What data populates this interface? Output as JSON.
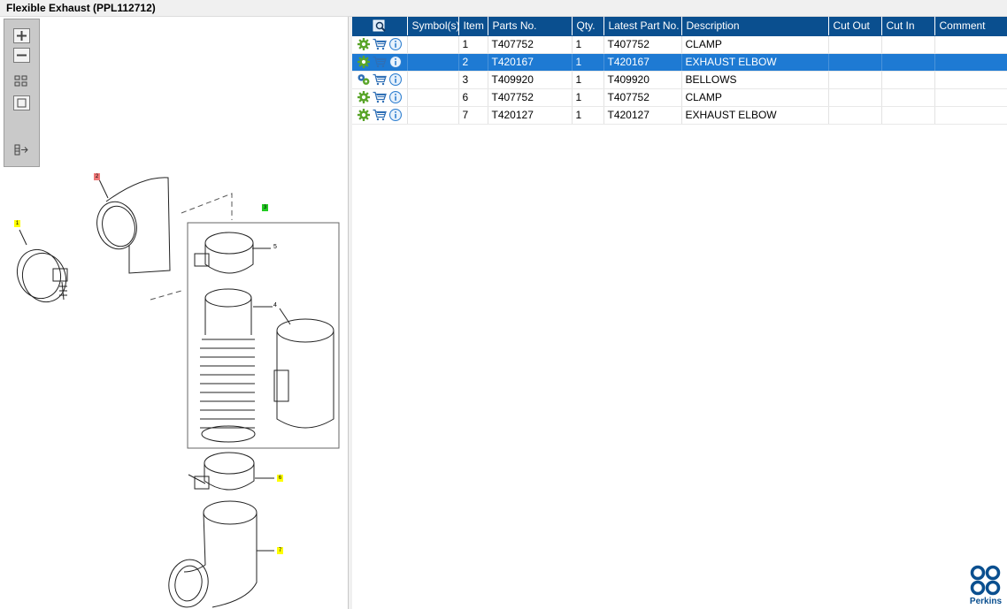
{
  "window": {
    "title": "Flexible Exhaust (PPL112712)"
  },
  "toolbox": {
    "buttons": [
      "zoom-in",
      "zoom-out",
      "fit-all",
      "fit-window",
      "expand-list"
    ]
  },
  "diagram": {
    "callouts": [
      {
        "label": "1",
        "style": "yellow"
      },
      {
        "label": "2",
        "style": "red"
      },
      {
        "label": "3",
        "style": "green"
      },
      {
        "label": "5",
        "style": "plain"
      },
      {
        "label": "4",
        "style": "plain"
      },
      {
        "label": "6",
        "style": "yellow"
      },
      {
        "label": "7",
        "style": "yellow"
      }
    ]
  },
  "grid": {
    "columns": [
      "",
      "Symbol(s)",
      "Item",
      "Parts No.",
      "Qty.",
      "Latest Part No.",
      "Description",
      "Cut Out",
      "Cut In",
      "Comment"
    ],
    "rows": [
      {
        "item": "1",
        "part_no": "T407752",
        "qty": "1",
        "latest": "T407752",
        "description": "CLAMP",
        "selected": false,
        "gear": "single"
      },
      {
        "item": "2",
        "part_no": "T420167",
        "qty": "1",
        "latest": "T420167",
        "description": "EXHAUST ELBOW",
        "selected": true,
        "gear": "single"
      },
      {
        "item": "3",
        "part_no": "T409920",
        "qty": "1",
        "latest": "T409920",
        "description": "BELLOWS",
        "selected": false,
        "gear": "double"
      },
      {
        "item": "6",
        "part_no": "T407752",
        "qty": "1",
        "latest": "T407752",
        "description": "CLAMP",
        "selected": false,
        "gear": "single"
      },
      {
        "item": "7",
        "part_no": "T420127",
        "qty": "1",
        "latest": "T420127",
        "description": "EXHAUST ELBOW",
        "selected": false,
        "gear": "single"
      }
    ]
  },
  "logo": {
    "text": "Perkins"
  },
  "colors": {
    "header": "#0a4f8f",
    "selected_row": "#1e7ad3",
    "gear": "#5aa52a",
    "cart": "#2f6fb5",
    "info": "#2f7fd0"
  }
}
